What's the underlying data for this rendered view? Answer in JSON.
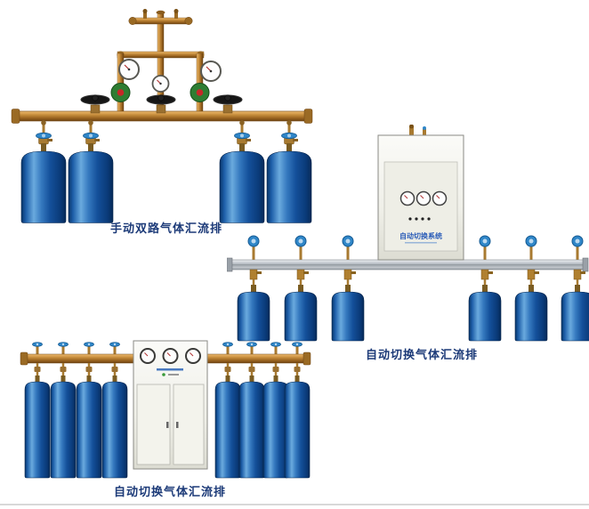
{
  "page": {
    "background": "#ffffff"
  },
  "colors": {
    "caption_text": "#1c3a78",
    "cylinder_blue": "#1458a8",
    "brass": "#c08840",
    "aluminum": "#b9bec4",
    "cabinet_label_blue": "#2a5cb8"
  },
  "products": [
    {
      "caption": "手动双路气体汇流排"
    },
    {
      "caption": "自动切换气体汇流排",
      "cabinet_label": "自动切换系统"
    },
    {
      "caption": "自动切换气体汇流排"
    }
  ]
}
